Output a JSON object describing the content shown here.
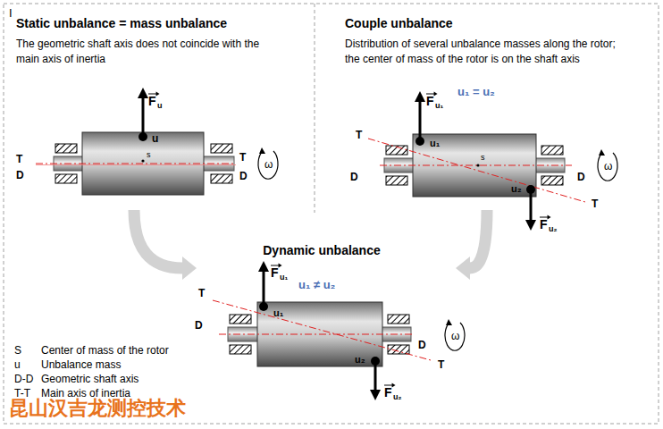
{
  "diagram": {
    "nodes": [
      {
        "text": [
          "Static unbalance = mass unbalance",
          "The geometric shaft axis does not coincide with the main axis of inertia"
        ]
      },
      {
        "text": [
          "Couple unbalance",
          "Distribution of several unbalance masses along the rotor; the center of mass of the rotor is on the shaft axis"
        ]
      },
      {
        "text": [
          "Dynamic unbalance"
        ]
      }
    ],
    "edges": [
      {
        "from": 0,
        "to": 2,
        "arrow": "to"
      },
      {
        "from": 1,
        "to": 2,
        "arrow": "to"
      }
    ],
    "labels": [
      "I",
      "F",
      "u",
      "u",
      "s",
      "T",
      "D",
      "T",
      "D",
      "ω",
      "F",
      "u₁",
      "u₁ = u₂",
      "u₁",
      "s",
      "T",
      "D",
      "D",
      "T",
      "u₂",
      "F",
      "u₂",
      "ω",
      "F",
      "u₁",
      "u₁ ≠ u₂",
      "u₁",
      "T",
      "D",
      "D",
      "T",
      "u₂",
      "F",
      "u₂",
      "ω",
      "S",
      "Center of mass of the rotor",
      "u",
      "Unbalance mass",
      "D-D",
      "Geometric shaft axis",
      "T-T",
      "Main axis of inertia",
      "昆山汉吉龙测控技术"
    ]
  }
}
